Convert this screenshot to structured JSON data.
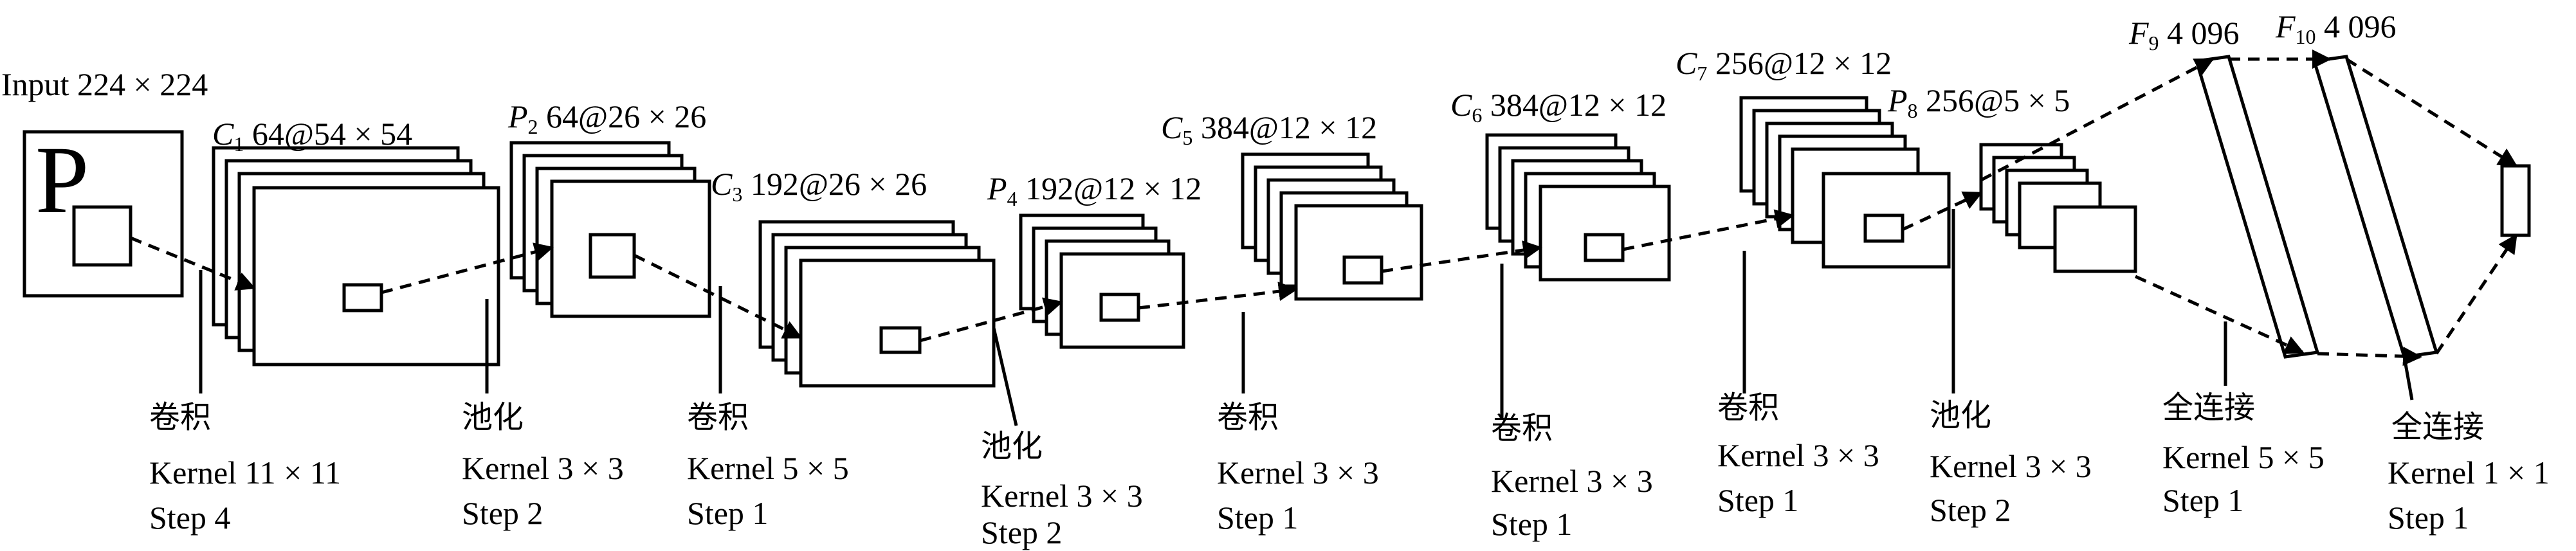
{
  "input": {
    "label": "Input 224 × 224",
    "letter": "P"
  },
  "layers": [
    {
      "id": "c1",
      "sym": "C",
      "sub": "1",
      "text": " 64@54 × 54"
    },
    {
      "id": "p2",
      "sym": "P",
      "sub": "2",
      "text": " 64@26 × 26"
    },
    {
      "id": "c3",
      "sym": "C",
      "sub": "3",
      "text": " 192@26 × 26"
    },
    {
      "id": "p4",
      "sym": "P",
      "sub": "4",
      "text": " 192@12 × 12"
    },
    {
      "id": "c5",
      "sym": "C",
      "sub": "5",
      "text": " 384@12 × 12"
    },
    {
      "id": "c6",
      "sym": "C",
      "sub": "6",
      "text": " 384@12 × 12"
    },
    {
      "id": "c7",
      "sym": "C",
      "sub": "7",
      "text": " 256@12 × 12"
    },
    {
      "id": "p8",
      "sym": "P",
      "sub": "8",
      "text": " 256@5 × 5"
    },
    {
      "id": "f9",
      "sym": "F",
      "sub": "9",
      "text": " 4 096"
    },
    {
      "id": "f10",
      "sym": "F",
      "sub": "10",
      "text": " 4 096"
    }
  ],
  "ops": [
    {
      "name": "卷积",
      "kernel": "Kernel 11 × 11",
      "step": "Step 4"
    },
    {
      "name": "池化",
      "kernel": "Kernel 3 × 3",
      "step": "Step 2"
    },
    {
      "name": "卷积",
      "kernel": "Kernel 5 × 5",
      "step": "Step 1"
    },
    {
      "name": "池化",
      "kernel": "Kernel 3 × 3",
      "step": "Step 2"
    },
    {
      "name": "卷积",
      "kernel": "Kernel 3 × 3",
      "step": "Step 1"
    },
    {
      "name": "卷积",
      "kernel": "Kernel 3 × 3",
      "step": "Step 1"
    },
    {
      "name": "卷积",
      "kernel": "Kernel 3 × 3",
      "step": "Step 1"
    },
    {
      "name": "池化",
      "kernel": "Kernel 3 × 3",
      "step": "Step 2"
    },
    {
      "name": "全连接",
      "kernel": "Kernel 5 × 5",
      "step": "Step 1"
    },
    {
      "name": "全连接",
      "kernel": "Kernel 1 × 1",
      "step": "Step 1"
    }
  ]
}
